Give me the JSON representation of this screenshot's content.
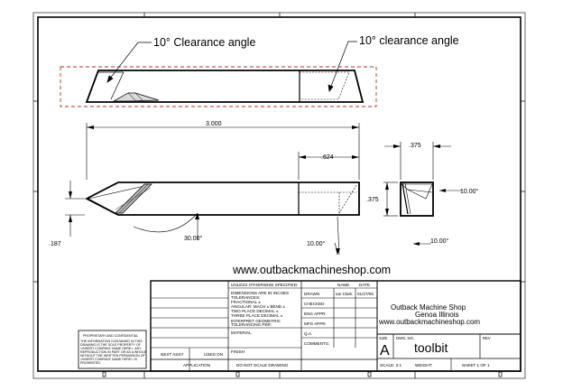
{
  "callouts": {
    "clearance_left": "10° Clearance angle",
    "clearance_right": "10° clearance angle"
  },
  "dimensions": {
    "length": "3.000",
    "flat_width": ".624",
    "end_width": ".375",
    "end_height": ".375",
    "tip_offset": ".187",
    "tip_angle": "30.00°",
    "angle_front": "10.00°",
    "angle_side": "10.00°",
    "angle_end": "10.00°"
  },
  "website_banner": "www.outbackmachineshop.com",
  "title_block": {
    "tolerance_header": "UNLESS OTHERWISE SPECIFIED:",
    "name_header": "NAME",
    "date_header": "DATE",
    "drawn_label": "DRAWN",
    "drawn_name": "Ian Clark",
    "drawn_date": "01/27/05",
    "checked_label": "CHECKED",
    "eng_label": "ENG APPR.",
    "mfg_label": "MFG APPR.",
    "qa_label": "Q.A.",
    "comments_label": "COMMENTS:",
    "tolerance_lines": [
      "DIMENSIONS ARE IN INCHES",
      "TOLERANCES:",
      "FRACTIONAL ±",
      "ANGULAR: MACH ±   BEND ±",
      "TWO PLACE DECIMAL   ±",
      "THREE PLACE DECIMAL  ±"
    ],
    "interpret_lines": [
      "INTERPRET GEOMETRIC",
      "TOLERANCING PER:"
    ],
    "material_label": "MATERIAL",
    "finish_label": "FINISH",
    "next_assy": "NEXT ASSY",
    "used_on": "USED ON",
    "application": "APPLICATION",
    "do_not_scale": "DO NOT SCALE DRAWING",
    "proprietary_title": "PROPRIETARY AND CONFIDENTIAL",
    "proprietary_lines": [
      "THE INFORMATION CONTAINED IN THIS",
      "DRAWING IS THE SOLE PROPERTY OF",
      "<INSERT COMPANY NAME HERE>. ANY",
      "REPRODUCTION IN PART OR AS A WHOLE",
      "WITHOUT THE WRITTEN PERMISSION OF",
      "<INSERT COMPANY NAME HERE> IS",
      "PROHIBITED."
    ],
    "company_name": "Outback Machine Shop",
    "company_city": "Genoa Illinois",
    "company_url": "www.outbackmachineshop.com",
    "size_label": "SIZE",
    "size_value": "A",
    "dwg_label": "DWG. NO.",
    "title": "toolbit",
    "rev_label": "REV",
    "scale": "SCALE: 2:1",
    "weight": "WEIGHT:",
    "sheet": "SHEET 1 OF 1"
  }
}
